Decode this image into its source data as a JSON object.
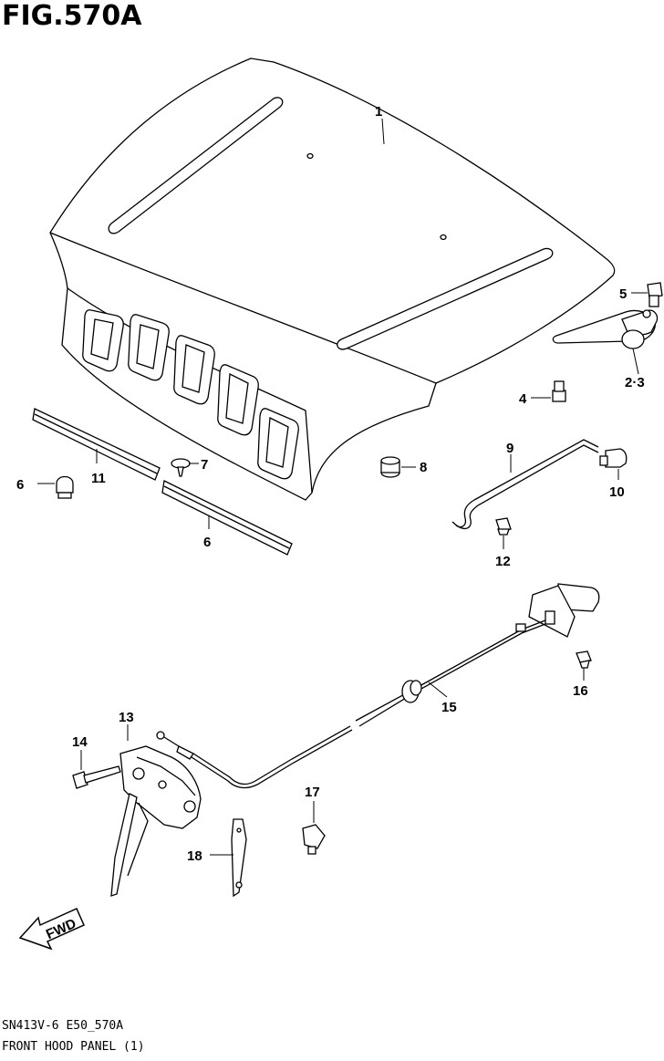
{
  "figure": {
    "title": "FIG.570A",
    "code": "SN413V-6 E50_570A",
    "caption": "FRONT HOOD PANEL (1)",
    "forward_label": "FWD"
  },
  "callouts": [
    {
      "id": "c1",
      "label": "1"
    },
    {
      "id": "c5",
      "label": "5"
    },
    {
      "id": "c23",
      "label": "2·3"
    },
    {
      "id": "c4",
      "label": "4"
    },
    {
      "id": "c7",
      "label": "7"
    },
    {
      "id": "c8",
      "label": "8"
    },
    {
      "id": "c11",
      "label": "11"
    },
    {
      "id": "c6a",
      "label": "6"
    },
    {
      "id": "c6b",
      "label": "6"
    },
    {
      "id": "c9",
      "label": "9"
    },
    {
      "id": "c10",
      "label": "10"
    },
    {
      "id": "c12",
      "label": "12"
    },
    {
      "id": "c16",
      "label": "16"
    },
    {
      "id": "c15",
      "label": "15"
    },
    {
      "id": "c13",
      "label": "13"
    },
    {
      "id": "c14",
      "label": "14"
    },
    {
      "id": "c17",
      "label": "17"
    },
    {
      "id": "c18",
      "label": "18"
    }
  ]
}
